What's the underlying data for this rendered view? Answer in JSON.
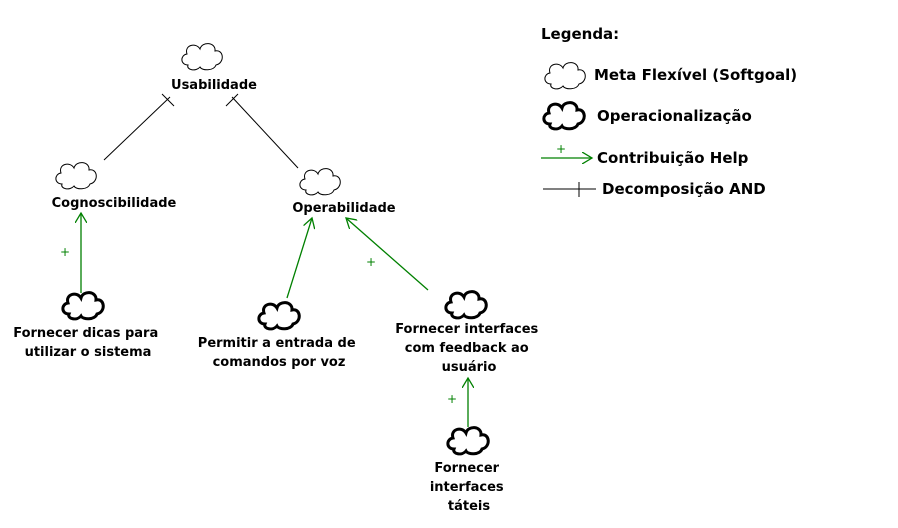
{
  "legend": {
    "title": "Legenda:",
    "softgoal": "Meta Flexível (Softgoal)",
    "operationalization": "Operacionalização",
    "help_symbol": "+",
    "help": "Contribuição Help",
    "and": "Decomposição AND"
  },
  "nodes": {
    "usabilidade": "Usabilidade",
    "cognoscibilidade": "Cognoscibilidade",
    "operabilidade": "Operabilidade",
    "dicas": [
      "Fornecer dicas para",
      "utilizar o sistema"
    ],
    "voz": [
      "Permitir a entrada de",
      "comandos por voz"
    ],
    "feedback": [
      "Fornecer interfaces",
      "com feedback ao",
      "usuário"
    ],
    "tateis": [
      "Fornecer",
      "interfaces",
      "táteis"
    ]
  },
  "contributions": {
    "dicas_to_cognoscibilidade": "+",
    "feedback_to_operabilidade": "+",
    "tateis_to_feedback": "+"
  },
  "colors": {
    "help_line": "#008000",
    "and_line": "#000000",
    "text": "#000000"
  }
}
